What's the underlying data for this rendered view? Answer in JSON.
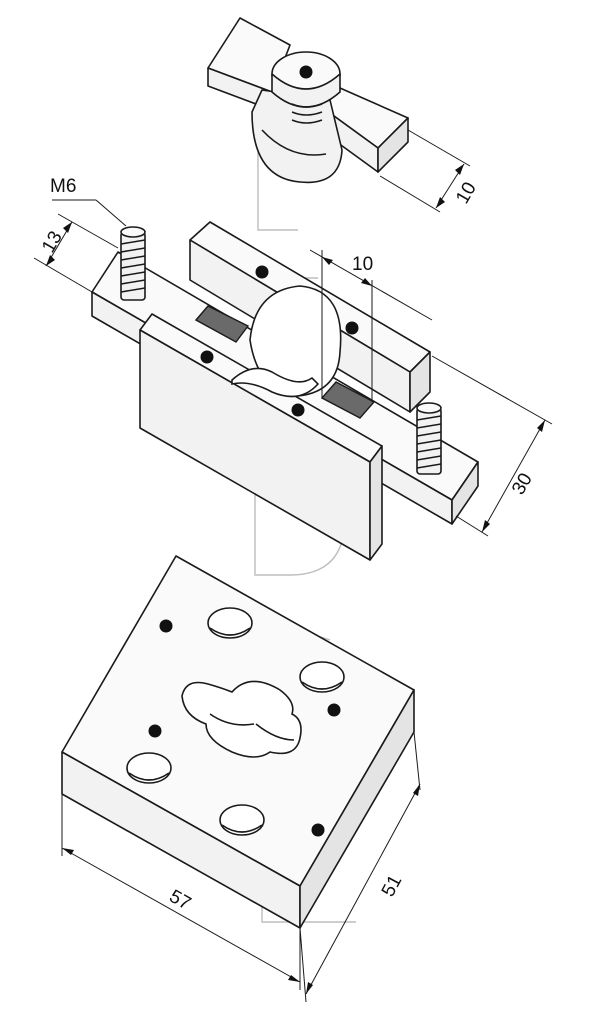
{
  "dimensions": {
    "top_height": "10",
    "m6_label": "M6",
    "left_height": "13",
    "jaw_width": "10",
    "mid_width": "30",
    "base_width": "57",
    "base_depth": "51"
  },
  "watermark": {
    "letters": "LEDC"
  },
  "colors": {
    "stroke": "#1a1a1a",
    "pad": "#6a6a6a",
    "watermark": "#bdbdbd"
  }
}
